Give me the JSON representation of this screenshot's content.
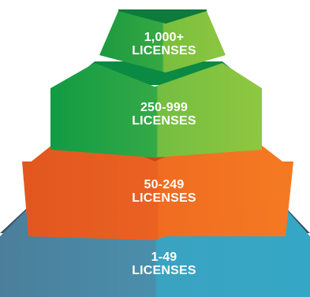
{
  "tiers": [
    {
      "range": "1,000+",
      "unit": "LICENSES"
    },
    {
      "range": "250-999",
      "unit": "LICENSES"
    },
    {
      "range": "50-249",
      "unit": "LICENSES"
    },
    {
      "range": "1-49",
      "unit": "LICENSES"
    }
  ],
  "colors": {
    "tier_1000_top": "#0e7a3c",
    "tier_1000_left": "#1f9a3e",
    "tier_1000_right": "#8cc63f",
    "tier_250_top": "#0b8a44",
    "tier_250_left": "#22a745",
    "tier_250_right": "#8dc63f",
    "tier_50_top": "#c24a17",
    "tier_50_left": "#e85d22",
    "tier_50_right": "#f37521",
    "tier_1_top": "#3e5563",
    "tier_1_left": "#4a88a6",
    "tier_1_right": "#37a2c0",
    "label_text": "#ffffff"
  }
}
